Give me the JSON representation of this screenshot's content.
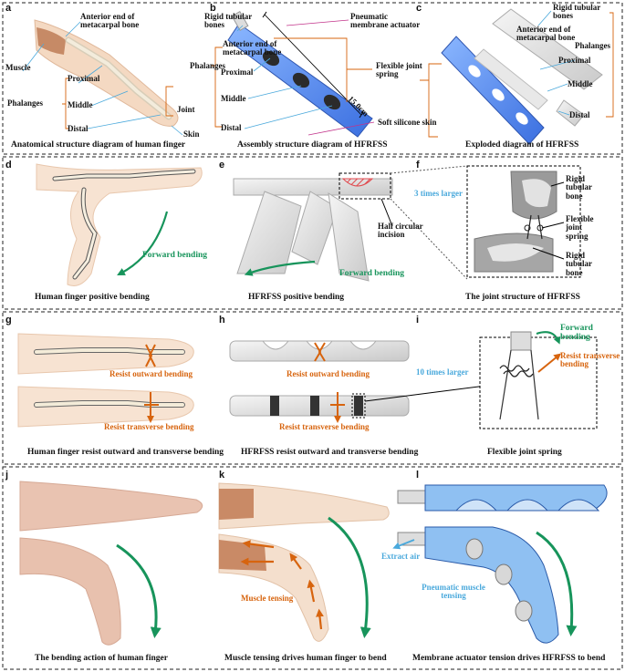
{
  "panels": {
    "a": {
      "letter": "a",
      "caption": "Anatomical structure diagram of human finger",
      "labels": {
        "muscle": "Muscle",
        "metacarpal": "Anterior end of metacarpal bone",
        "phalanges": "Phalanges",
        "proximal": "Proximal",
        "middle": "Middle",
        "distal": "Distal",
        "joint": "Joint",
        "skin": "Skin"
      }
    },
    "b": {
      "letter": "b",
      "caption": "Assembly structure diagram of HFRFSS",
      "labels": {
        "rigid": "Rigid tubular bones",
        "pneumatic": "Pneumatic membrane actuator",
        "metacarpal": "Anterior end of metacarpal bone",
        "phalanges": "Phalanges",
        "proximal": "Proximal",
        "flexible": "Flexible joint spring",
        "middle": "Middle",
        "length": "15.0cm",
        "distal": "Distal",
        "silicone": "Soft silicone skin"
      }
    },
    "c": {
      "letter": "c",
      "caption": "Exploded diagram of HFRFSS",
      "labels": {
        "rigid": "Rigid tubular bones",
        "metacarpal": "Anterior end of metacarpal bone",
        "phalanges": "Phalanges",
        "proximal": "Proximal",
        "middle": "Middle",
        "distal": "Distal"
      }
    },
    "d": {
      "letter": "d",
      "caption": "Human finger positive bending",
      "labels": {
        "forward": "Forward bending"
      }
    },
    "e": {
      "letter": "e",
      "caption": "HFRFSS positive bending",
      "labels": {
        "incision": "Half circular incision",
        "forward": "Forward bending"
      }
    },
    "f": {
      "letter": "f",
      "caption": "The joint structure of HFRFSS",
      "labels": {
        "larger": "3 times larger",
        "rigid1": "Rigid tubular bone",
        "spring": "Flexible joint spring",
        "rigid2": "Rigid tubular bone"
      }
    },
    "g": {
      "letter": "g",
      "caption": "Human finger resist outward and transverse bending",
      "labels": {
        "outward": "Resist outward bending",
        "transverse": "Resist transverse bending"
      }
    },
    "h": {
      "letter": "h",
      "caption": "HFRFSS resist outward and transverse bending",
      "labels": {
        "outward": "Resist outward bending",
        "transverse": "Resist transverse bending",
        "larger": "10 times larger"
      }
    },
    "i": {
      "letter": "i",
      "caption": "Flexible joint spring",
      "labels": {
        "forward": "Forward bending",
        "transverse": "Resist transverse bending"
      }
    },
    "j": {
      "letter": "j",
      "caption": "The bending action of human finger"
    },
    "k": {
      "letter": "k",
      "caption": "Muscle tensing drives human finger to bend",
      "labels": {
        "tensing": "Muscle tensing"
      }
    },
    "l": {
      "letter": "l",
      "caption": "Membrane actuator  tension drives HFRFSS to bend",
      "labels": {
        "extract": "Extract air",
        "pneumatic": "Pneumatic muscle tensing"
      }
    }
  },
  "colors": {
    "leader": "#4aa9dc",
    "bracket": "#d7640e",
    "green": "#17945b",
    "orange": "#d7640e",
    "blue": "#4a7fe0",
    "skin": "#f4d9c2"
  }
}
